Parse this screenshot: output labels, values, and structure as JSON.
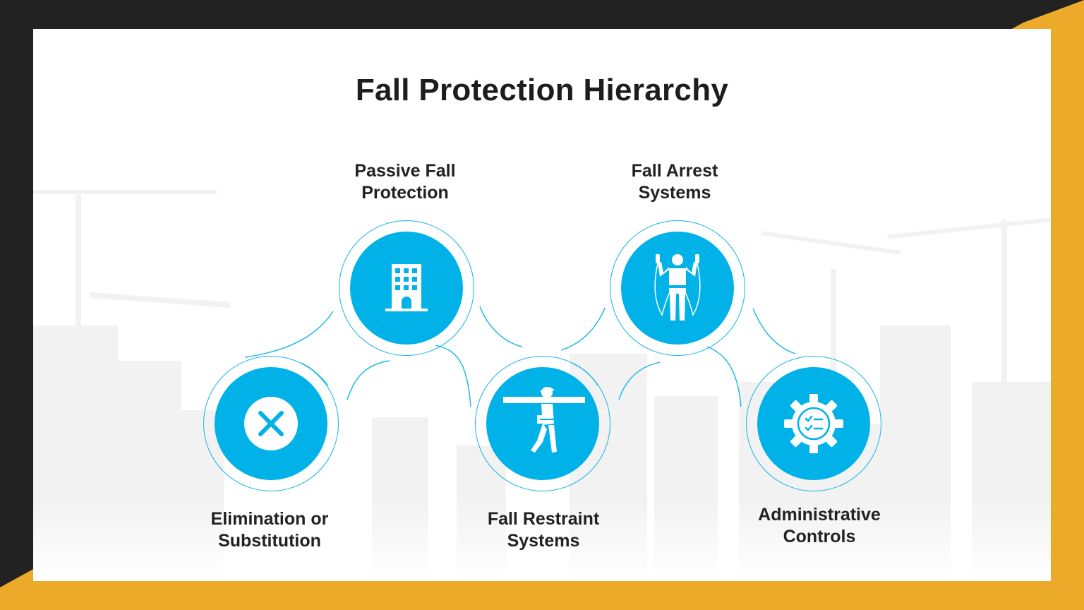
{
  "title": "Fall Protection Hierarchy",
  "colors": {
    "accent": "#00b2e8",
    "frame_dark": "#222222",
    "frame_yellow": "#ecaa2b",
    "text": "#1d1d1d"
  },
  "steps": [
    {
      "label_lines": [
        "Elimination or",
        "Substitution"
      ],
      "icon": "x-circle-icon"
    },
    {
      "label_lines": [
        "Passive Fall",
        "Protection"
      ],
      "icon": "building-icon"
    },
    {
      "label_lines": [
        "Fall Restraint",
        "Systems"
      ],
      "icon": "worker-carrying-beam-icon"
    },
    {
      "label_lines": [
        "Fall Arrest",
        "Systems"
      ],
      "icon": "harness-worker-icon"
    },
    {
      "label_lines": [
        "Administrative",
        "Controls"
      ],
      "icon": "gear-checklist-icon"
    }
  ]
}
